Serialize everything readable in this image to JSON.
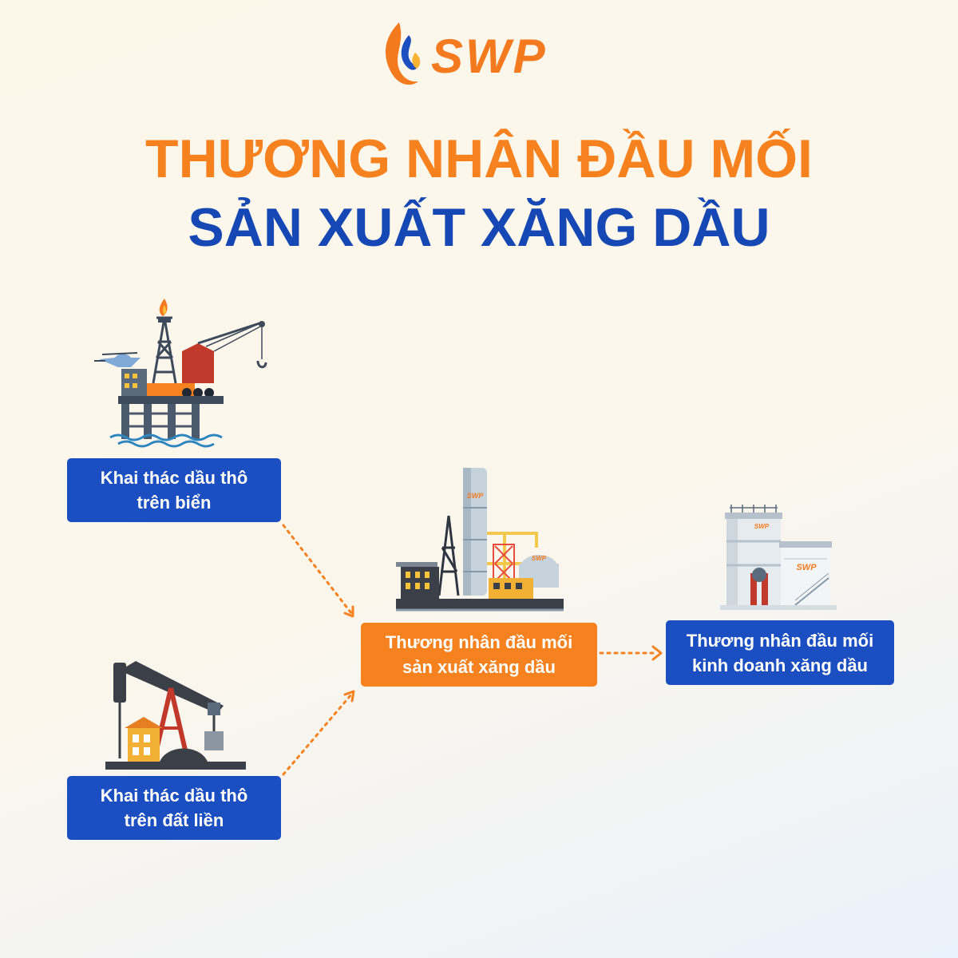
{
  "logo": {
    "text": "SWP"
  },
  "title": {
    "line1": "THƯƠNG NHÂN ĐẦU MỐI",
    "line2": "SẢN XUẤT XĂNG DẦU"
  },
  "nodes": {
    "offshore": {
      "line1": "Khai thác dầu thô",
      "line2": "trên biển"
    },
    "onshore": {
      "line1": "Khai thác dầu thô",
      "line2": "trên đất liền"
    },
    "producer": {
      "line1": "Thương nhân đầu mối",
      "line2": "sản xuất xăng dầu"
    },
    "trader": {
      "line1": "Thương nhân đầu mối",
      "line2": "kinh doanh xăng dầu"
    }
  },
  "illustration_labels": {
    "refinery": "SWP",
    "tank": "SWP"
  },
  "colors": {
    "orange": "#f5821f",
    "blue": "#1b4fc1",
    "title_orange": "#f6821f",
    "title_blue": "#1548b4",
    "arrow": "#f5821f"
  }
}
